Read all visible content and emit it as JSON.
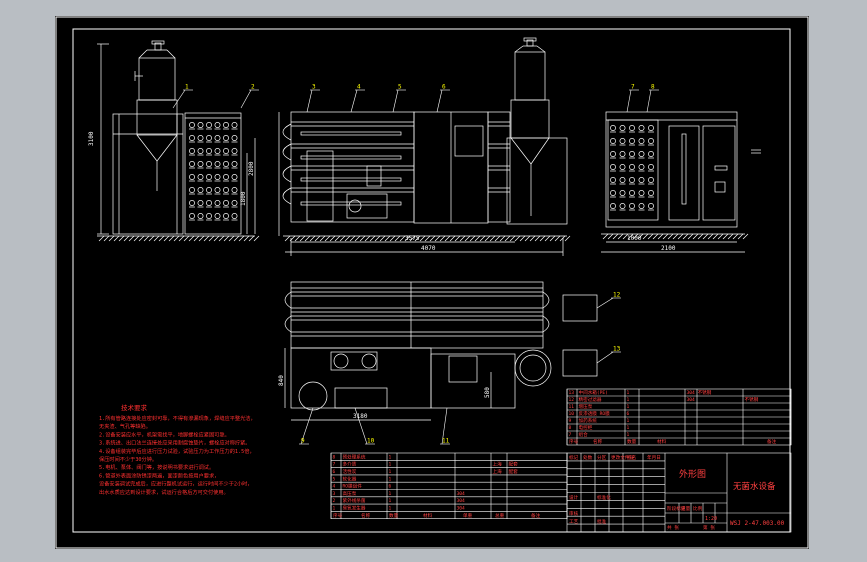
{
  "colors": {
    "background": "#b9bec3",
    "sheet": "#000000",
    "line": "#ffffff",
    "accent": "#ff3030",
    "dimension": "#ffffff",
    "balloon": "#ffff00",
    "title_text": "#ff4040"
  },
  "balloons": [
    "1",
    "2",
    "3",
    "4",
    "5",
    "6",
    "7",
    "8",
    "9",
    "10",
    "11",
    "12",
    "13"
  ],
  "dimensions": {
    "front_height_total": "3100",
    "side_height_1": "1800",
    "side_height_2": "2800",
    "front_width_inner": "3575",
    "front_width_total": "4070",
    "right_width_inner": "1000",
    "right_width_total": "2100",
    "plan_width": "3180",
    "plan_height_1": "840",
    "plan_height_2": "580"
  },
  "tech_requirements": {
    "title": "技术要求",
    "lines": [
      "1.所有管路连接处应密封可靠，不得有渗漏现象，焊缝应平整光洁，",
      "无夹渣、气孔等缺陷。",
      "2.设备安装应水平，机架需找平，地脚螺栓应紧固可靠。",
      "3.系统进、出口法兰连接处应采用耐腐蚀垫片，螺栓应对称拧紧。",
      "4.设备组装完毕后应进行压力试验，试验压力为工作压力的1.5倍，",
      "保压时间不少于30分钟。",
      "5.电机、泵体、阀门等，按说明书要求进行调试。",
      "6.管道外表面涂防锈漆两遍，面漆颜色按用户要求，",
      "设备安装调试完成后，应进行整机试运行，运行时间不少于2小时，",
      "出水水质应达到设计要求，试运行合格后方可交付使用。"
    ]
  },
  "parts_list_right": {
    "rows": [
      [
        "13",
        "中间水箱(PE)",
        "1",
        "",
        "304 不锈钢",
        "",
        ""
      ],
      [
        "12",
        "精密过滤器",
        "1",
        "",
        "304",
        "",
        "不锈钢"
      ],
      [
        "11",
        "增压泵",
        "1",
        "",
        "",
        "",
        ""
      ],
      [
        "10",
        "反渗透膜 RO膜",
        "6",
        "",
        "",
        "",
        ""
      ],
      [
        "9",
        "加药系统",
        "1",
        "",
        "",
        "",
        ""
      ],
      [
        "8",
        "电控柜",
        "1",
        "",
        "",
        "",
        ""
      ],
      [
        "7",
        "组合",
        "1",
        "",
        "",
        "",
        ""
      ]
    ],
    "header": [
      "序号",
      "名称",
      "数量",
      "材料",
      "备注"
    ]
  },
  "parts_list_left": {
    "rows": [
      [
        "8",
        "预处理系统",
        "1",
        "",
        "",
        ""
      ],
      [
        "7",
        "多介质",
        "1",
        "",
        "",
        "上海",
        "配套"
      ],
      [
        "6",
        "活性炭",
        "1",
        "",
        "",
        "上海",
        "配套"
      ],
      [
        "5",
        "软化器",
        "1",
        "",
        "",
        "",
        ""
      ],
      [
        "4",
        "RO膜组件",
        "6",
        "",
        "",
        "",
        ""
      ],
      [
        "3",
        "高压泵",
        "1",
        "",
        "304",
        "",
        ""
      ],
      [
        "2",
        "紫外线杀菌",
        "1",
        "",
        "304",
        "",
        ""
      ],
      [
        "1",
        "臭氧发生器",
        "1",
        "",
        "304",
        "",
        ""
      ]
    ],
    "header": [
      "序号",
      "名称",
      "数量",
      "材料",
      "单重",
      "总重",
      "备注"
    ]
  },
  "title_block": {
    "view_name": "外形图",
    "equipment_name": "无菌水设备",
    "drawing_no": "WSJ 2-47.003.00",
    "scale": "1:20",
    "labels": [
      "标记",
      "处数",
      "分区",
      "更改文件号",
      "签名",
      "年月日",
      "设计",
      "标准化",
      "阶段标记",
      "重量",
      "比例",
      "审核",
      "工艺",
      "批准",
      "共 张",
      "第 张"
    ]
  }
}
